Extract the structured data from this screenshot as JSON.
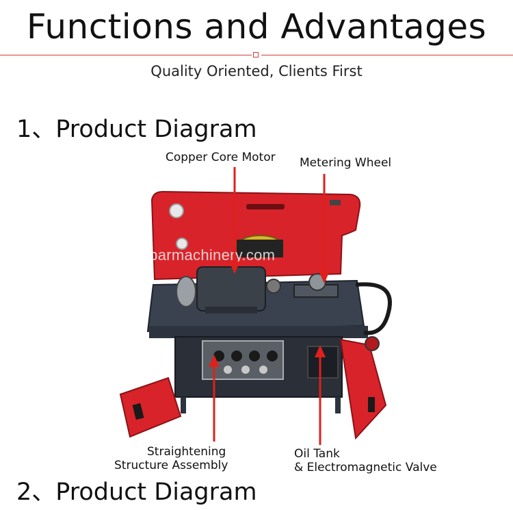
{
  "header": {
    "title": "Functions  and Advantages",
    "subtitle": "Quality Oriented, Clients First"
  },
  "sections": {
    "first": "1、Product Diagram",
    "second": "2、Product Diagram"
  },
  "labels": {
    "motor": "Copper Core Motor",
    "metering": "Metering Wheel",
    "straightening_line1": "Straightening",
    "straightening_line2": "Structure Assembly",
    "oil_line1": "Oil Tank",
    "oil_line2": "& Electromagnetic Valve"
  },
  "watermark": "rebarmachinery.com",
  "colors": {
    "accent": "#d63a34",
    "machine_red": "#d8232a",
    "frame": "#3a4250",
    "arrow": "#e0201c"
  }
}
